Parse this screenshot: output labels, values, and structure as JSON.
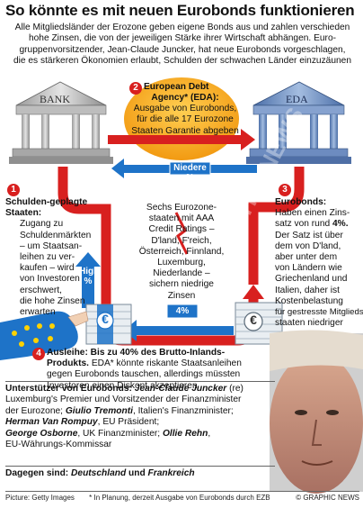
{
  "title": "So könnte es mit neuen Eurobonds funktionieren",
  "intro": [
    "Alle Mitgliedsländer der Erozone geben eigene Bonds aus und zahlen verschieden",
    "hohe Zinsen, die von der jeweiligen Stärke ihrer Wirtschaft abhängen. Euro-",
    "gruppenvorsitzender, Jean-Claude Juncker, hat neue Eurobonds vorgeschlagen,",
    "die es stärkeren Ökonomien erlaubt, Schulden der schwachen Länder einzuzäunen"
  ],
  "bank_label": "BANK",
  "eda_label": "EDA",
  "step2": {
    "num": "2",
    "title1": "European Debt",
    "title2": "Agency* (EDA):",
    "lines": [
      "Ausgabe von Eurobonds,",
      "für die alle 17 Eurozone",
      "Staaten Garantie abgeben"
    ]
  },
  "niedere_label": "Niedere %",
  "step1": {
    "num": "1",
    "title1": "Schulden-geplagte",
    "title2": "Staaten:",
    "lines": [
      "Zugang zu",
      "Schuldenmärkten",
      "– um Staatsan-",
      "leihen zu ver-",
      "kaufen – wird",
      "von Investoren",
      "erschwert,",
      "die hohe Zinsen",
      "erwarten"
    ]
  },
  "center": {
    "lines": [
      "Sechs Eurozone-",
      "staaten mit AAA",
      "Credit Ratings –",
      "D'land, F'reich,",
      "Österreich, Finnland,",
      "Luxemburg,",
      "Niederlande –",
      "sichern niedrige",
      "Zinsen"
    ]
  },
  "step3": {
    "num": "3",
    "title": "Eurobonds:",
    "lines": [
      "Haben einen Zins-",
      "satz von rund"
    ],
    "rate": "4%.",
    "lines2": [
      "Der Satz ist über",
      "dem von D'land,",
      "aber unter dem",
      "von Ländern wie",
      "Griechenland und",
      "Italien, daher ist",
      "Kostenbelastung",
      "für gestresste Mitglieds-",
      "staaten niedriger"
    ]
  },
  "high_label1": "High",
  "high_label2": "%",
  "four_pct": "4%",
  "euro_symbol": "€",
  "step4": {
    "num": "4",
    "bold1": "Ausleihe: Bis zu 40% des Brutto-Inlands-",
    "bold2": "Produkts.",
    "line1": " EDA* könnte riskante Staatsanleihen",
    "line2": "gegen Eurobonds tauschen, allerdings müssten",
    "line3": "Investoren einen Diskont akzeptieren"
  },
  "supporters": {
    "heading": "Unterstützer von Eurobonds:",
    "p1_name": "Jean-Claude Juncker",
    "p1_tail": " (re)",
    "p1_desc": "Luxemburg's Premier und Vorsitzender der Finanzminister",
    "p1_desc2": "der Eurozone;",
    "p2_name": "Giulio Tremonti",
    "p2_desc": ", Italien's Finanzminister;",
    "p3_name": "Herman Van Rompuy",
    "p3_desc": ", EU Präsident;",
    "p4_name": "George Osborne",
    "p4_desc": ", UK Finanzminister;",
    "p5_name": "Ollie Rehn",
    "p5_desc": ",",
    "p5_desc2": "EU-Währungs-Kommissar"
  },
  "against": {
    "heading": "Dagegen sind:",
    "c1": "Deutschland",
    "und": " und ",
    "c2": "Frankreich"
  },
  "footer": {
    "picture": "Picture: Getty Images",
    "note": "* In Planung, derzeit Ausgabe von Eurobonds durch EZB",
    "copyright": "© GRAPHIC NEWS"
  },
  "watermark": "© GRAPHIC NEWS",
  "colors": {
    "red": "#d8201f",
    "blue": "#1e73c8",
    "orange": "#f5a820",
    "eda_blue": "#5e7eb0",
    "bank_grey": "#8a8a8a"
  }
}
